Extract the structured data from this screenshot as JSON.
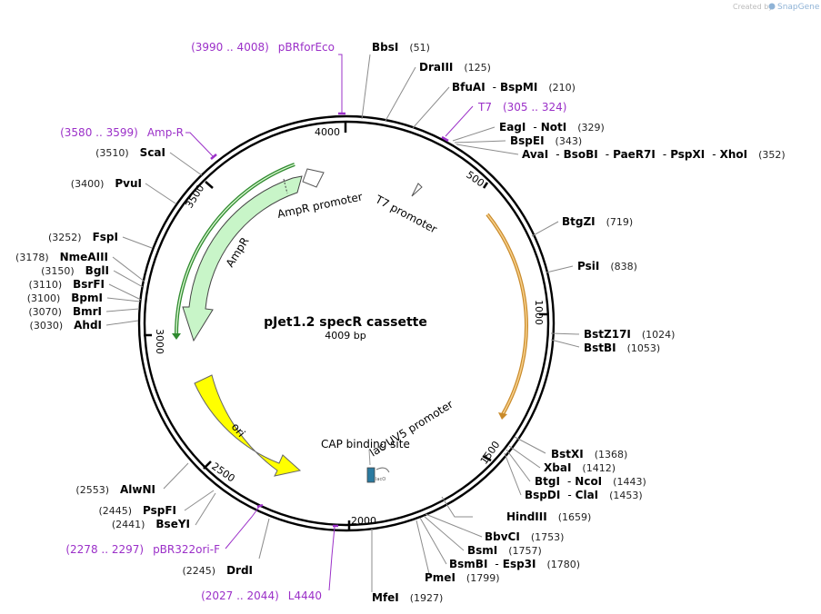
{
  "credit": {
    "prefix": "Created by",
    "brand": "SnapGene"
  },
  "plasmid": {
    "name": "pJet1.2 specR cassette",
    "size_label": "4009 bp"
  },
  "ticks": [
    "4000",
    "500",
    "1000",
    "1500",
    "2000",
    "2500",
    "3000",
    "3500"
  ],
  "features": {
    "ampr_promoter": "AmpR promoter",
    "ampr": "AmpR",
    "t7_promoter": "T7 promoter",
    "ori": "ori",
    "cap_site": "CAP binding site",
    "lacuv5": "lac UV5 promoter"
  },
  "enzymes": [
    {
      "id": "bbsi",
      "names": [
        "BbsI"
      ],
      "pos": "(51)"
    },
    {
      "id": "draiii",
      "names": [
        "DraIII"
      ],
      "pos": "(125)"
    },
    {
      "id": "bfuai",
      "names": [
        "BfuAI",
        "BspMI"
      ],
      "pos": "(210)"
    },
    {
      "id": "eagi",
      "names": [
        "EagI",
        "NotI"
      ],
      "pos": "(329)"
    },
    {
      "id": "bspei",
      "names": [
        "BspEI"
      ],
      "pos": "(343)"
    },
    {
      "id": "avai",
      "names": [
        "AvaI",
        "BsoBI",
        "PaeR7I",
        "PspXI",
        "XhoI"
      ],
      "pos": "(352)"
    },
    {
      "id": "btgzi",
      "names": [
        "BtgZI"
      ],
      "pos": "(719)"
    },
    {
      "id": "psii",
      "names": [
        "PsiI"
      ],
      "pos": "(838)"
    },
    {
      "id": "bstz17i",
      "names": [
        "BstZ17I"
      ],
      "pos": "(1024)"
    },
    {
      "id": "bstbi",
      "names": [
        "BstBI"
      ],
      "pos": "(1053)"
    },
    {
      "id": "bstxi",
      "names": [
        "BstXI"
      ],
      "pos": "(1368)"
    },
    {
      "id": "xbai",
      "names": [
        "XbaI"
      ],
      "pos": "(1412)"
    },
    {
      "id": "btgi",
      "names": [
        "BtgI",
        "NcoI"
      ],
      "pos": "(1443)"
    },
    {
      "id": "bspdi",
      "names": [
        "BspDI",
        "ClaI"
      ],
      "pos": "(1453)"
    },
    {
      "id": "hindiii",
      "names": [
        "HindIII"
      ],
      "pos": "(1659)"
    },
    {
      "id": "bbvci",
      "names": [
        "BbvCI"
      ],
      "pos": "(1753)"
    },
    {
      "id": "bsmi",
      "names": [
        "BsmI"
      ],
      "pos": "(1757)"
    },
    {
      "id": "bsmbi",
      "names": [
        "BsmBI",
        "Esp3I"
      ],
      "pos": "(1780)"
    },
    {
      "id": "pmei",
      "names": [
        "PmeI"
      ],
      "pos": "(1799)"
    },
    {
      "id": "mfei",
      "names": [
        "MfeI"
      ],
      "pos": "(1927)"
    },
    {
      "id": "drdi",
      "names": [
        "DrdI"
      ],
      "pos": "(2245)"
    },
    {
      "id": "bseyi",
      "names": [
        "BseYI"
      ],
      "pos": "(2441)"
    },
    {
      "id": "pspfi",
      "names": [
        "PspFI"
      ],
      "pos": "(2445)"
    },
    {
      "id": "alwni",
      "names": [
        "AlwNI"
      ],
      "pos": "(2553)"
    },
    {
      "id": "ahdi",
      "names": [
        "AhdI"
      ],
      "pos": "(3030)"
    },
    {
      "id": "bmri",
      "names": [
        "BmrI"
      ],
      "pos": "(3070)"
    },
    {
      "id": "bpmi",
      "names": [
        "BpmI"
      ],
      "pos": "(3100)"
    },
    {
      "id": "bsrfi",
      "names": [
        "BsrFI"
      ],
      "pos": "(3110)"
    },
    {
      "id": "bgli",
      "names": [
        "BglI"
      ],
      "pos": "(3150)"
    },
    {
      "id": "nmeaiii",
      "names": [
        "NmeAIII"
      ],
      "pos": "(3178)"
    },
    {
      "id": "fspi",
      "names": [
        "FspI"
      ],
      "pos": "(3252)"
    },
    {
      "id": "pvui",
      "names": [
        "PvuI"
      ],
      "pos": "(3400)"
    },
    {
      "id": "scai",
      "names": [
        "ScaI"
      ],
      "pos": "(3510)"
    }
  ],
  "primers": [
    {
      "id": "pbrforeco",
      "range": "(3990 .. 4008)",
      "name": "pBRforEco"
    },
    {
      "id": "t7",
      "range": "(305 .. 324)",
      "name": "T7"
    },
    {
      "id": "ampr",
      "range": "(3580 .. 3599)",
      "name": "Amp-R"
    },
    {
      "id": "pbr322ori",
      "range": "(2278 .. 2297)",
      "name": "pBR322ori-F"
    },
    {
      "id": "l4440",
      "range": "(2027 .. 2044)",
      "name": "L4440"
    }
  ],
  "colors": {
    "backbone": "#000000",
    "primer": "#9b30c8",
    "ampr": "#c8f5c8",
    "ori": "#ffff00",
    "specr_arc": "#f2b04a",
    "ampr_arc": "#2f8a2f",
    "lac_box": "#2a7aa0"
  }
}
